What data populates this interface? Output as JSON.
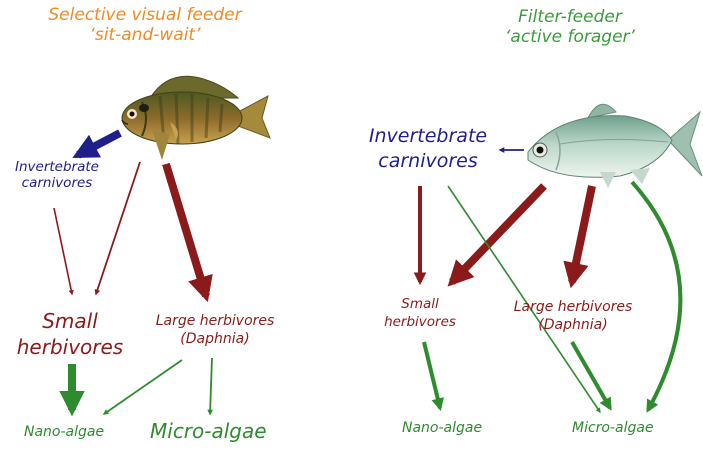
{
  "colors": {
    "title": "#f08a1f",
    "title_right": "#3c9a3c",
    "invertebrate": "#1f1f8c",
    "herbivore": "#8b1a1a",
    "algae": "#2e8b2e"
  },
  "left": {
    "title_line1": "Selective visual feeder",
    "title_line2": "‘sit-and-wait’",
    "invertebrate_line1": "Invertebrate",
    "invertebrate_line2": "carnivores",
    "small_herb_line1": "Small",
    "small_herb_line2": "herbivores",
    "large_herb_line1": "Large herbivores",
    "large_herb_line2": "(Daphnia)",
    "nano_algae": "Nano-algae",
    "micro_algae": "Micro-algae",
    "fish_icon": "bluegill-sunfish-icon"
  },
  "right": {
    "title_line1": "Filter-feeder",
    "title_line2": "‘active forager’",
    "invertebrate_line1": "Invertebrate",
    "invertebrate_line2": "carnivores",
    "small_herb_line1": "Small",
    "small_herb_line2": "herbivores",
    "large_herb_line1": "Large herbivores",
    "large_herb_line2": "(Daphnia)",
    "nano_algae": "Nano-algae",
    "micro_algae": "Micro-algae",
    "fish_icon": "gizzard-shad-icon"
  }
}
